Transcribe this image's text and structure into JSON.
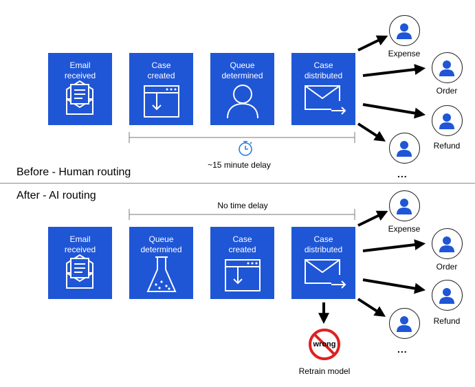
{
  "before": {
    "section_label": "Before - Human routing",
    "steps": [
      {
        "label": "Email\nreceived",
        "icon": "envelope-with-letter-icon"
      },
      {
        "label": "Case\ncreated",
        "icon": "case-window-icon"
      },
      {
        "label": "Queue\ndetermined",
        "icon": "person-outline-icon"
      },
      {
        "label": "Case\ndistributed",
        "icon": "envelope-send-icon"
      }
    ],
    "delay_label": "~15 minute delay",
    "delay_icon": "stopwatch-icon",
    "queues": [
      "Expense",
      "Order",
      "Refund"
    ],
    "more": "..."
  },
  "after": {
    "section_label": "After - AI routing",
    "timing_label": "No time delay",
    "steps": [
      {
        "label": "Email\nreceived",
        "icon": "envelope-with-letter-icon"
      },
      {
        "label": "Queue\ndetermined",
        "icon": "flask-icon"
      },
      {
        "label": "Case\ncreated",
        "icon": "case-window-icon"
      },
      {
        "label": "Case\ndistributed",
        "icon": "envelope-send-icon"
      }
    ],
    "queues": [
      "Expense",
      "Order",
      "Refund"
    ],
    "more": "...",
    "wrong_label": "wrong",
    "retrain_label": "Retrain model"
  },
  "colors": {
    "box_blue": "#1f56d6",
    "person_blue": "#1f56d6",
    "stopwatch_blue": "#2a7de1",
    "no_sign_red": "#e02020"
  }
}
